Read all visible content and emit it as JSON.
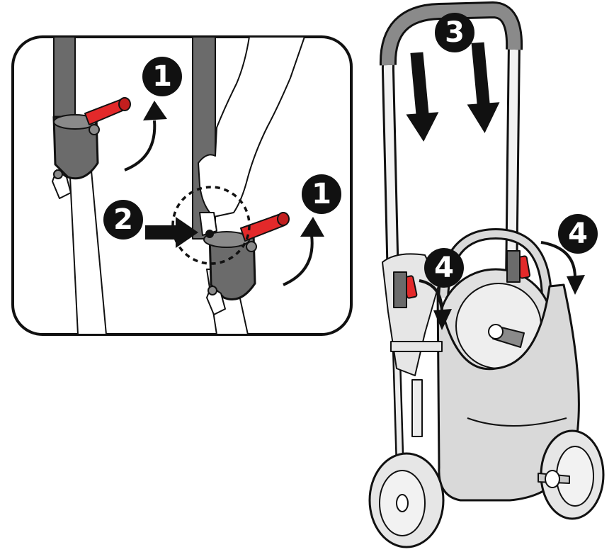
{
  "colors": {
    "lever_red": "#e3292a",
    "frame_dark": "#6b6b6b",
    "frame_mid": "#8a8a8a",
    "frame_light": "#c9c9c9",
    "fabric": "#d9d9d9",
    "outline": "#111111",
    "badge_fill": "#111111",
    "badge_text": "#ffffff"
  },
  "steps": {
    "inset_top_right": "1",
    "inset_middle_left": "2",
    "inset_bottom_right": "1",
    "handle_push": "3",
    "fold_right": "4",
    "fold_left": "4"
  }
}
